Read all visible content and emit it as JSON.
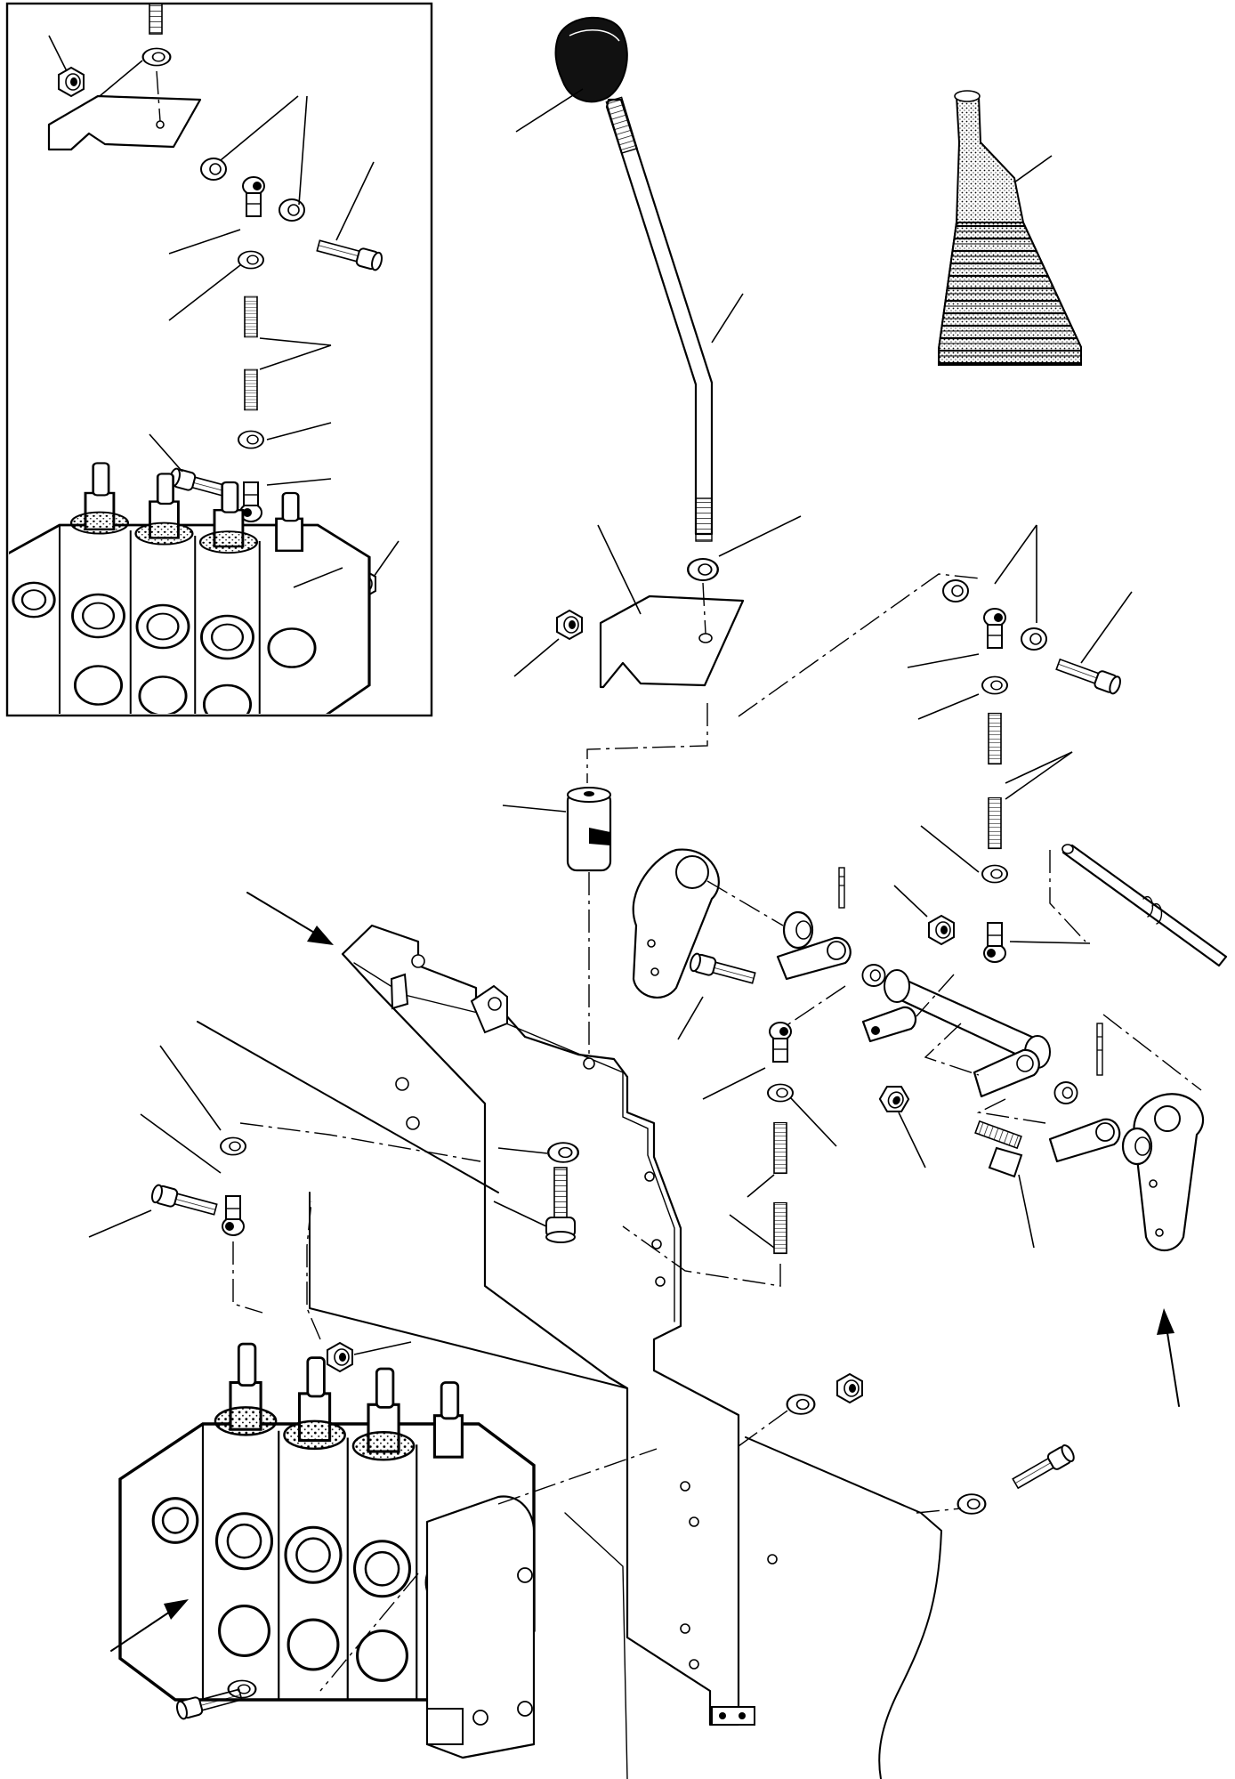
{
  "figure": {
    "kind": "exploded-parts-diagram",
    "inset_detail": true,
    "pointer_arrows": 4
  },
  "parts": [
    "lever-knob",
    "control-lever",
    "rubber-boot",
    "lever-bracket",
    "universal-joint-block",
    "mounting-plate",
    "control-valve-block",
    "pivot-shaft",
    "link-plate",
    "ball-joint",
    "threaded-rod",
    "lock-nut",
    "bolt",
    "washer",
    "bushing",
    "pivot-arm"
  ]
}
